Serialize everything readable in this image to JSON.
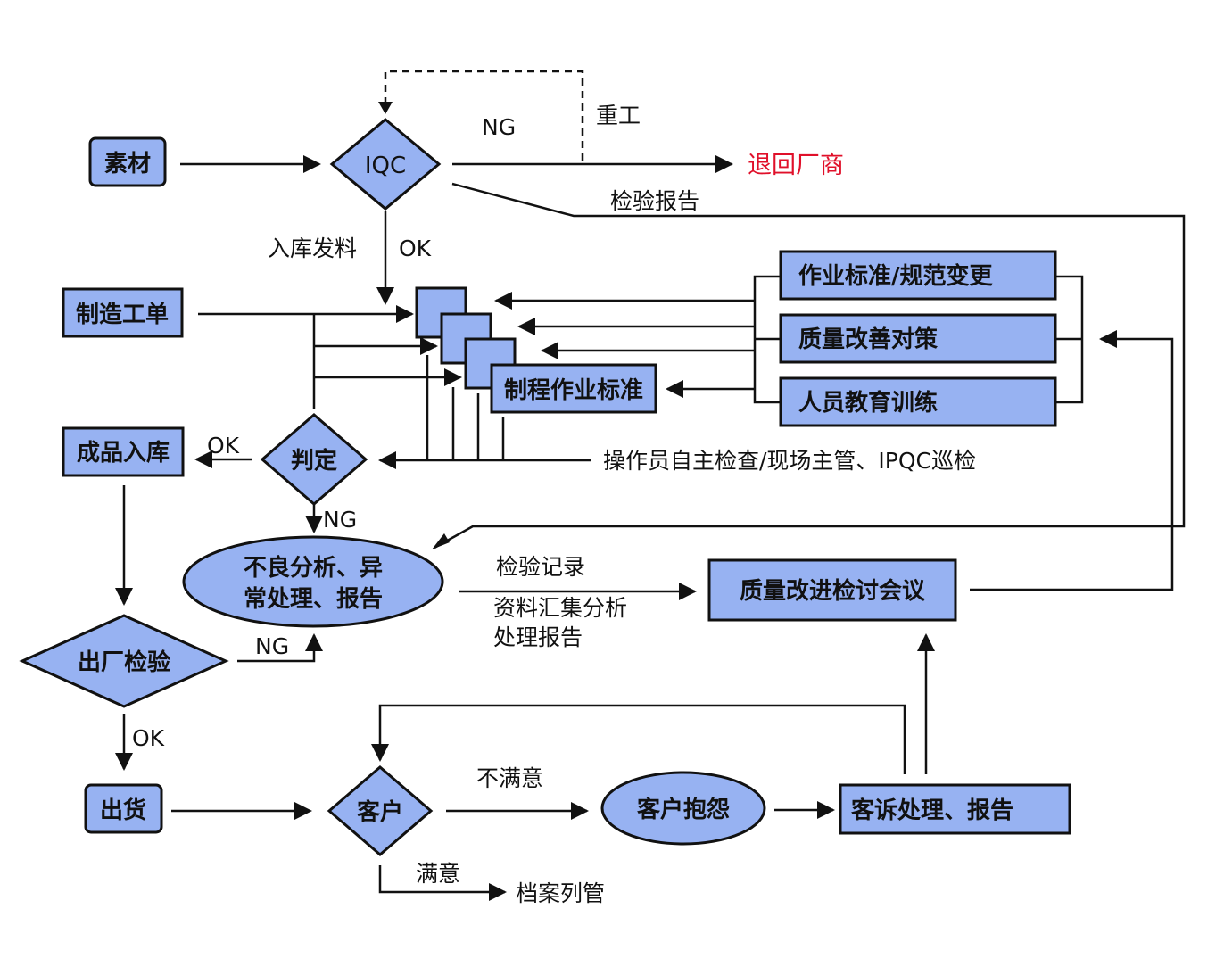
{
  "diagram": {
    "type": "quality-control-flowchart",
    "colors": {
      "node_fill": "#97b2f2",
      "stroke": "#111111",
      "highlight_text": "#e0102a"
    },
    "nodes": {
      "raw_material": "素材",
      "iqc": "IQC",
      "return_vendor": "退回厂商",
      "work_order": "制造工单",
      "process_standard": "制程作业标准",
      "std_change": "作业标准/规范变更",
      "quality_measures": "质量改善对策",
      "staff_training": "人员教育训练",
      "judge": "判定",
      "finished_storage": "成品入库",
      "defect_analysis_line1": "不良分析、异",
      "defect_analysis_line2": "常处理、报告",
      "outgoing_inspection": "出厂检验",
      "quality_meeting": "质量改进检讨会议",
      "shipment": "出货",
      "customer": "客户",
      "customer_complaint": "客户抱怨",
      "complaint_handling": "客诉处理、报告"
    },
    "labels": {
      "ng_iqc": "NG",
      "rework": "重工",
      "inspection_report": "检验报告",
      "storage_issue": "入库发料",
      "ok_iqc": "OK",
      "ok_judge": "OK",
      "ng_judge": "NG",
      "self_check": "操作员自主检查/现场主管、IPQC巡检",
      "inspection_record": "检验记录",
      "data_analysis": "资料汇集分析",
      "process_report": "处理报告",
      "ng_outgoing": "NG",
      "ok_outgoing": "OK",
      "dissatisfied": "不满意",
      "satisfied": "满意",
      "archive": "档案列管"
    }
  }
}
